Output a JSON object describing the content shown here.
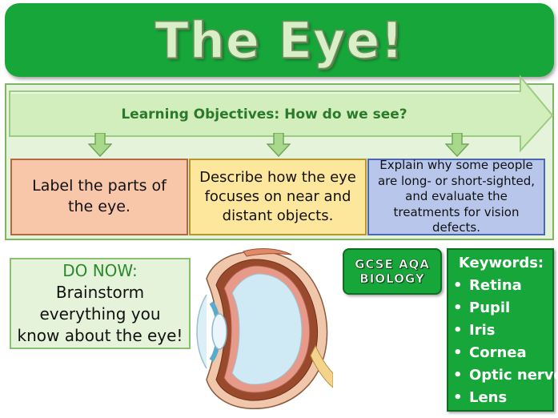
{
  "title": "The Eye!",
  "learning_objectives": {
    "label": "Learning Objectives: How do we see?",
    "objectives": [
      "Label the parts of the eye.",
      "Describe how the eye focuses on near and distant objects.",
      "Explain why some people are long- or short-sighted, and evaluate the treatments for vision defects."
    ]
  },
  "do_now": {
    "label": "DO NOW:",
    "text": "Brainstorm everything you know about the eye!"
  },
  "badge": {
    "line1": "GCSE AQA",
    "line2": "BIOLOGY"
  },
  "keywords": {
    "title": "Keywords:",
    "items": [
      "Retina",
      "Pupil",
      "Iris",
      "Cornea",
      "Optic nerve",
      "Lens"
    ]
  },
  "colors": {
    "banner_green": "#16a63a",
    "panel_green": "#e6f3db",
    "objective_1": "#f8c6a8",
    "objective_2": "#fde79d",
    "objective_3": "#b7c6ea"
  },
  "icons": [
    "eye-diagram",
    "arrow-right",
    "arrow-down"
  ]
}
